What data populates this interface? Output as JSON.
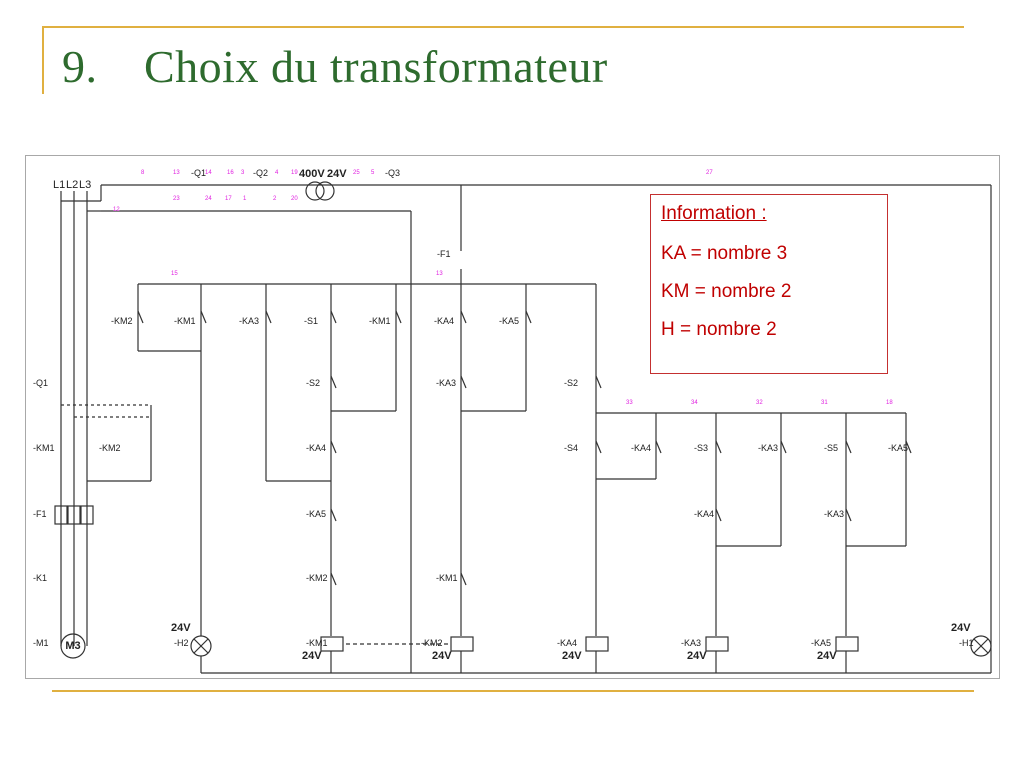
{
  "title": {
    "number": "9.",
    "text": "Choix du transformateur"
  },
  "info": {
    "heading": "Information :",
    "lines": [
      "KA = nombre 3",
      "KM = nombre 2",
      "H = nombre 2"
    ]
  },
  "colors": {
    "accent_rule": "#e0b040",
    "title_green": "#2e6b2e",
    "info_red": "#c00000",
    "wire_numbers": "#e020e0"
  },
  "diagram": {
    "phases": [
      "L1",
      "L2",
      "L3"
    ],
    "transformer": {
      "primary": "400V",
      "secondary": "24V"
    },
    "protection": {
      "q1": "-Q1",
      "q2": "-Q2",
      "q3": "-Q3",
      "f1": "-F1"
    },
    "power_labels": [
      "-Q1",
      "-KM1",
      "-KM2",
      "-F1",
      "-K1",
      "-M1"
    ],
    "motor": "M3",
    "supply_24v": "24V",
    "branches": [
      {
        "col": "-KM2",
        "elements": []
      },
      {
        "col": "-KM1",
        "elements": []
      },
      {
        "col": "-KA3",
        "elements": []
      },
      {
        "col": "-S1",
        "elements": [
          "-S2",
          "-KA4",
          "-KA5",
          "-KM2",
          "-KM1"
        ]
      },
      {
        "col": "-KM1",
        "elements": []
      },
      {
        "col": "-KA4",
        "elements": [
          "-KA3",
          "-KM1",
          "-KM2"
        ]
      },
      {
        "col": "-KA5",
        "elements": []
      },
      {
        "col": "-S2",
        "elements": [
          "-S4",
          "-KA4"
        ]
      },
      {
        "col": "-S3",
        "elements": [
          "-KA3",
          "-KA4",
          "-KA3"
        ]
      },
      {
        "col": "-S5",
        "elements": [
          "-KA5",
          "-KA3",
          "-KA5"
        ]
      }
    ],
    "coils": [
      "-KM1",
      "-KM2",
      "-KA4",
      "-KA3",
      "-KA5"
    ],
    "lamps": [
      "-H2",
      "-H1"
    ],
    "wire_numbers": [
      "8",
      "13",
      "14",
      "16",
      "3",
      "4",
      "19",
      "25",
      "5",
      "23",
      "24",
      "17",
      "1",
      "2",
      "20",
      "27",
      "12",
      "13",
      "15",
      "33",
      "34",
      "32",
      "31",
      "18"
    ]
  }
}
